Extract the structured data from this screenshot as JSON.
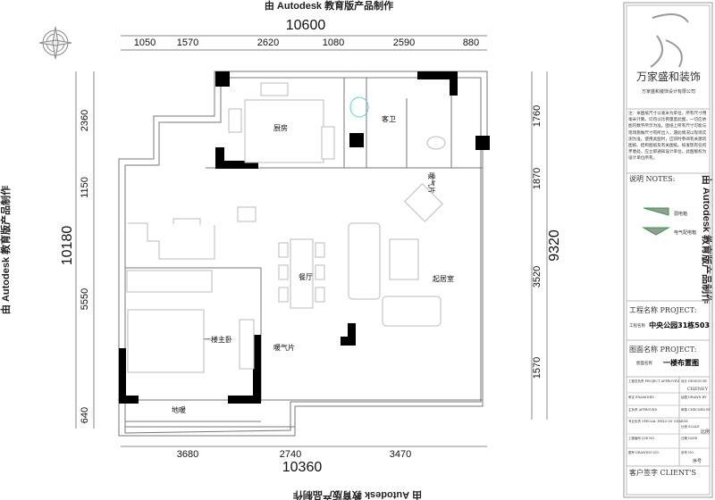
{
  "watermark": "由 Autodesk 教育版产品制作",
  "dimensions": {
    "top_total": "10600",
    "top_segments": [
      "1050",
      "1570",
      "2620",
      "1080",
      "2590",
      "880"
    ],
    "bottom_total": "10360",
    "bottom_segments": [
      "3680",
      "2740",
      "3470"
    ],
    "left_total": "10180",
    "left_segments": [
      "2360",
      "1150",
      "5550",
      "640"
    ],
    "right_total": "9320",
    "right_segments": [
      "1760",
      "1870",
      "3520",
      "1570"
    ]
  },
  "rooms": {
    "kitchen": "厨房",
    "guest_bath": "客卫",
    "radiator_1": "暖气片",
    "dining": "餐厅",
    "living": "起居室",
    "master_bedroom": "一楼主卧",
    "radiator_2": "暖气片",
    "floor_heating": "地暖"
  },
  "title_block": {
    "company_name": "万家盛和装饰",
    "company_sub": "万家盛和装饰设计有限公司",
    "notes_text": "注：本图纸尺寸以毫米为单位，所有尺寸用毫米计算。切勿以比例量度此图，一切应依图内数字所示为准。图纸上所有尺寸可能与现场施做尺寸有所出入，遇此情况以现场实测为准。使用此图时，应同时参阅有关建筑图纸、结构图纸及有关图纸。如发现有任何矛盾处，应立即通知设计单位。此图版权为设计单位所有。",
    "notes_label": "说明 NOTES:",
    "legend": [
      {
        "label": "弱电箱",
        "color": "#2e9e3e"
      },
      {
        "label": "电气配电箱",
        "color": "#2e9e3e"
      }
    ],
    "project_label": "工程名称 PROJECT:",
    "project_small": "工程名称",
    "project_name": "中央公园31栋503",
    "drawing_label": "图面名称 PROJECT:",
    "drawing_small": "图面名称",
    "drawing_name": "一楼布置图",
    "rows": [
      [
        "工程总负责 PROJECT APPROVED",
        "设计 DESIGN BY"
      ],
      [
        "审定 EXAMINED",
        "绘图 DRAWN BY"
      ],
      [
        "主负责 APPROVED",
        "审核 CHECKED BY"
      ],
      [
        "专业负责 SPECIAL FIELD IN CHARGE",
        "比例 SCALE"
      ],
      [
        "工程编号 JOB NO.",
        "日期 DATE"
      ],
      [
        "图号 DRAWING NO.",
        "序号 NO."
      ]
    ],
    "designer": "CHENEY",
    "scale_value": "比例",
    "seq_value": "序号",
    "client_label": "客户签字 CLIENT'S"
  }
}
